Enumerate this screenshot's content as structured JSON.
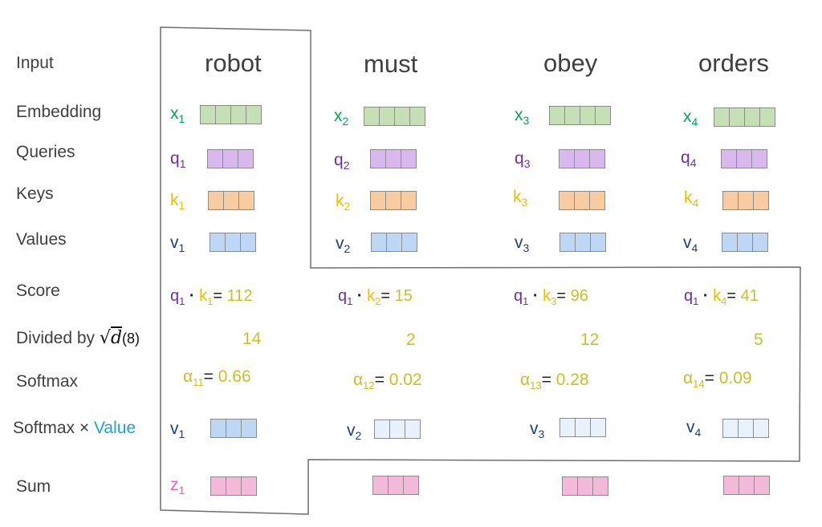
{
  "colors": {
    "embedding_fill": "#c5e0b4",
    "embedding_text": "#00a651",
    "query_fill": "#d9b8f0",
    "query_text": "#7030a0",
    "key_fill": "#f8cba0",
    "key_text": "#e8c000",
    "value_fill": "#bdd7f5",
    "value_text": "#1f3f77",
    "value_faded_fill": "#e8f1fc",
    "sum_fill": "#f2b9d9",
    "sum_text": "#e066b8",
    "number_text": "#c8c02a",
    "label_text": "#404040",
    "accent_blue": "#1aa3d6"
  },
  "row_labels": {
    "input": "Input",
    "embedding": "Embedding",
    "queries": "Queries",
    "keys": "Keys",
    "values": "Values",
    "score": "Score",
    "divided_prefix": "Divided by",
    "divided_symbol": "d",
    "divided_suffix": "(8)",
    "softmax": "Softmax",
    "softmax_value_prefix": "Softmax ×",
    "softmax_value_highlight": "Value",
    "sum": "Sum"
  },
  "words": [
    "robot",
    "must",
    "obey",
    "orders"
  ],
  "columns": [
    {
      "x_base": "x",
      "x_sub": "1",
      "q_base": "q",
      "q_sub": "1",
      "k_base": "k",
      "k_sub": "1",
      "v_base": "v",
      "v_sub": "1",
      "score_q": "q",
      "score_q_sub": "1",
      "score_k": "k",
      "score_k_sub": "1",
      "score_value": "112",
      "divided": "14",
      "alpha": "α",
      "alpha_sub": "11",
      "softmax_value": "0.66",
      "wv_base": "v",
      "wv_sub": "1",
      "weighted_faded": false,
      "sum_base": "z",
      "sum_sub": "1"
    },
    {
      "x_base": "x",
      "x_sub": "2",
      "q_base": "q",
      "q_sub": "2",
      "k_base": "k",
      "k_sub": "2",
      "v_base": "v",
      "v_sub": "2",
      "score_q": "q",
      "score_q_sub": "1",
      "score_k": "k",
      "score_k_sub": "2",
      "score_value": "15",
      "divided": "2",
      "alpha": "α",
      "alpha_sub": "12",
      "softmax_value": "0.02",
      "wv_base": "v",
      "wv_sub": "2",
      "weighted_faded": true
    },
    {
      "x_base": "x",
      "x_sub": "3",
      "q_base": "q",
      "q_sub": "3",
      "k_base": "k",
      "k_sub": "3",
      "v_base": "v",
      "v_sub": "3",
      "score_q": "q",
      "score_q_sub": "1",
      "score_k": "k",
      "score_k_sub": "3",
      "score_value": "96",
      "divided": "12",
      "alpha": "α",
      "alpha_sub": "13",
      "softmax_value": "0.28",
      "wv_base": "v",
      "wv_sub": "3",
      "weighted_faded": true
    },
    {
      "x_base": "x",
      "x_sub": "4",
      "q_base": "q",
      "q_sub": "4",
      "k_base": "k",
      "k_sub": "4",
      "v_base": "v",
      "v_sub": "4",
      "score_q": "q",
      "score_q_sub": "1",
      "score_k": "k",
      "score_k_sub": "4",
      "score_value": "41",
      "divided": "5",
      "alpha": "α",
      "alpha_sub": "14",
      "softmax_value": "0.09",
      "wv_base": "v",
      "wv_sub": "4",
      "weighted_faded": true
    }
  ]
}
